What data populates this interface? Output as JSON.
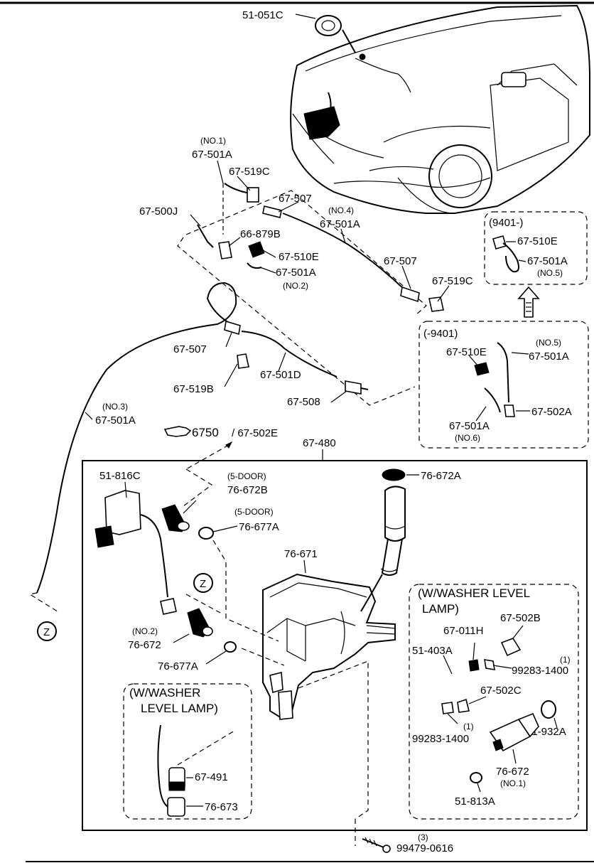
{
  "callouts": {
    "c51_051C": "51-051C",
    "c67_501A_no1_tag": "(NO.1)",
    "c67_501A_no1": "67-501A",
    "c67_519C_top": "67-519C",
    "c67_507_top": "67-507",
    "c67_500J": "67-500J",
    "c66_879B": "66-879B",
    "c67_510E_left": "67-510E",
    "c67_501A_no2": "67-501A",
    "c67_501A_no2_tag": "(NO.2)",
    "c67_501A_no4_tag": "(NO.4)",
    "c67_501A_no4": "67-501A",
    "c67_507_mid": "67-507",
    "c67_519C_mid": "67-519C",
    "c67_507_low": "67-507",
    "c67_501D": "67-501D",
    "c67_519B": "67-519B",
    "c67_508": "67-508",
    "c67_501A_no3_tag": "(NO.3)",
    "c67_501A_no3": "67-501A",
    "ref_6750": "6750",
    "ref_67_502E": "/ 67-502E",
    "c67_480": "67-480",
    "c51_816C": "51-816C",
    "c5door_a": "(5-DOOR)",
    "c76_672B": "76-672B",
    "c5door_b": "(5-DOOR)",
    "c76_677A_top": "76-677A",
    "c76_672A": "76-672A",
    "c76_671": "76-671",
    "c76_672_no2_tag": "(NO.2)",
    "c76_672_no2": "76-672",
    "c76_677A_low": "76-677A",
    "z_label_a": "Z",
    "z_label_b": "Z",
    "c67_491": "67-491",
    "c76_673": "76-673",
    "c67_011H": "67-011H",
    "c67_502B": "67-502B",
    "c51_403A": "51-403A",
    "c99283_1400_a_qty": "(1)",
    "c99283_1400_a": "99283-1400",
    "c67_502C": "67-502C",
    "c99283_1400_b_qty": "(1)",
    "c99283_1400_b": "99283-1400",
    "c51_932A": "51-932A",
    "c76_672_no1": "76-672",
    "c76_672_no1_tag": "(NO.1)",
    "c51_813A": "51-813A",
    "c99479_qty": "(3)",
    "c99479": "99479-0616"
  },
  "box_9401_new": {
    "title": "(9401-)",
    "c67_510E": "67-510E",
    "c67_501A": "67-501A",
    "c67_501A_tag": "(NO.5)"
  },
  "box_9401_old": {
    "title": "(-9401)",
    "c67_510E": "67-510E",
    "c67_501A_no5_tag": "(NO.5)",
    "c67_501A_no5": "67-501A",
    "c67_502A": "67-502A",
    "c67_501A_no6": "67-501A",
    "c67_501A_no6_tag": "(NO.6)"
  },
  "box_washer_level_lamp_left": {
    "title_line1": "(W/WASHER",
    "title_line2": "LEVEL LAMP)"
  },
  "box_washer_level_lamp_right": {
    "title_line1": "(W/WASHER  LEVEL",
    "title_line2": "LAMP)"
  }
}
